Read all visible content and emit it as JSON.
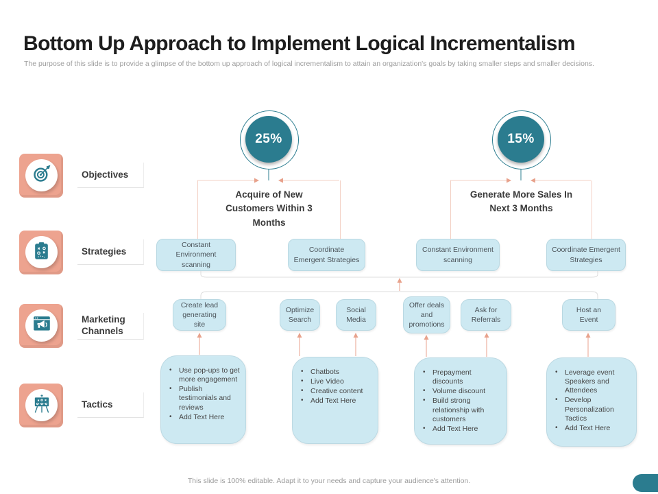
{
  "slide": {
    "title": "Bottom Up Approach to Implement Logical Incrementalism",
    "subtitle": "The purpose of this slide is to provide a glimpse of the bottom up approach of logical incrementalism to attain an organization's goals by taking smaller steps and smaller decisions.",
    "footer": "This slide is 100% editable. Adapt it to your needs and capture your audience's attention."
  },
  "colors": {
    "teal": "#2b7c8f",
    "salmon": "#eda38f",
    "light_blue": "#cde9f2",
    "arrow_salmon": "#e8a28c",
    "goal_border_pink": "#f3d0c4",
    "bracket_gray": "#dcdcdc"
  },
  "sidebar": {
    "items": [
      {
        "label": "Objectives",
        "icon": "target-icon"
      },
      {
        "label": "Strategies",
        "icon": "strategy-clipboard-icon"
      },
      {
        "label": "Marketing Channels",
        "icon": "megaphone-icon"
      },
      {
        "label": "Tactics",
        "icon": "tactics-board-icon"
      }
    ]
  },
  "objectives": [
    {
      "percent": "25%",
      "goal": "Acquire of New Customers Within 3 Months",
      "strategies": [
        "Constant Environment scanning",
        "Coordinate Emergent Strategies"
      ]
    },
    {
      "percent": "15%",
      "goal": "Generate More Sales In Next 3 Months",
      "strategies": [
        "Constant Environment scanning",
        "Coordinate Emergent Strategies"
      ]
    }
  ],
  "channels": [
    "Create lead generating site",
    "Optimize Search",
    "Social Media",
    "Offer deals and promotions",
    "Ask for Referrals",
    "Host an Event"
  ],
  "tactics": [
    {
      "bullets": [
        "Use pop-ups to get more engagement",
        "Publish testimonials and reviews",
        "Add Text Here"
      ]
    },
    {
      "bullets": [
        "Chatbots",
        "Live Video",
        "Creative content",
        "Add Text Here"
      ]
    },
    {
      "bullets": [
        "Prepayment discounts",
        "Volume discount",
        "Build strong relationship with customers",
        "Add Text Here"
      ]
    },
    {
      "bullets": [
        "Leverage event Speakers and Attendees",
        "Develop Personalization Tactics",
        "Add Text Here"
      ]
    }
  ]
}
